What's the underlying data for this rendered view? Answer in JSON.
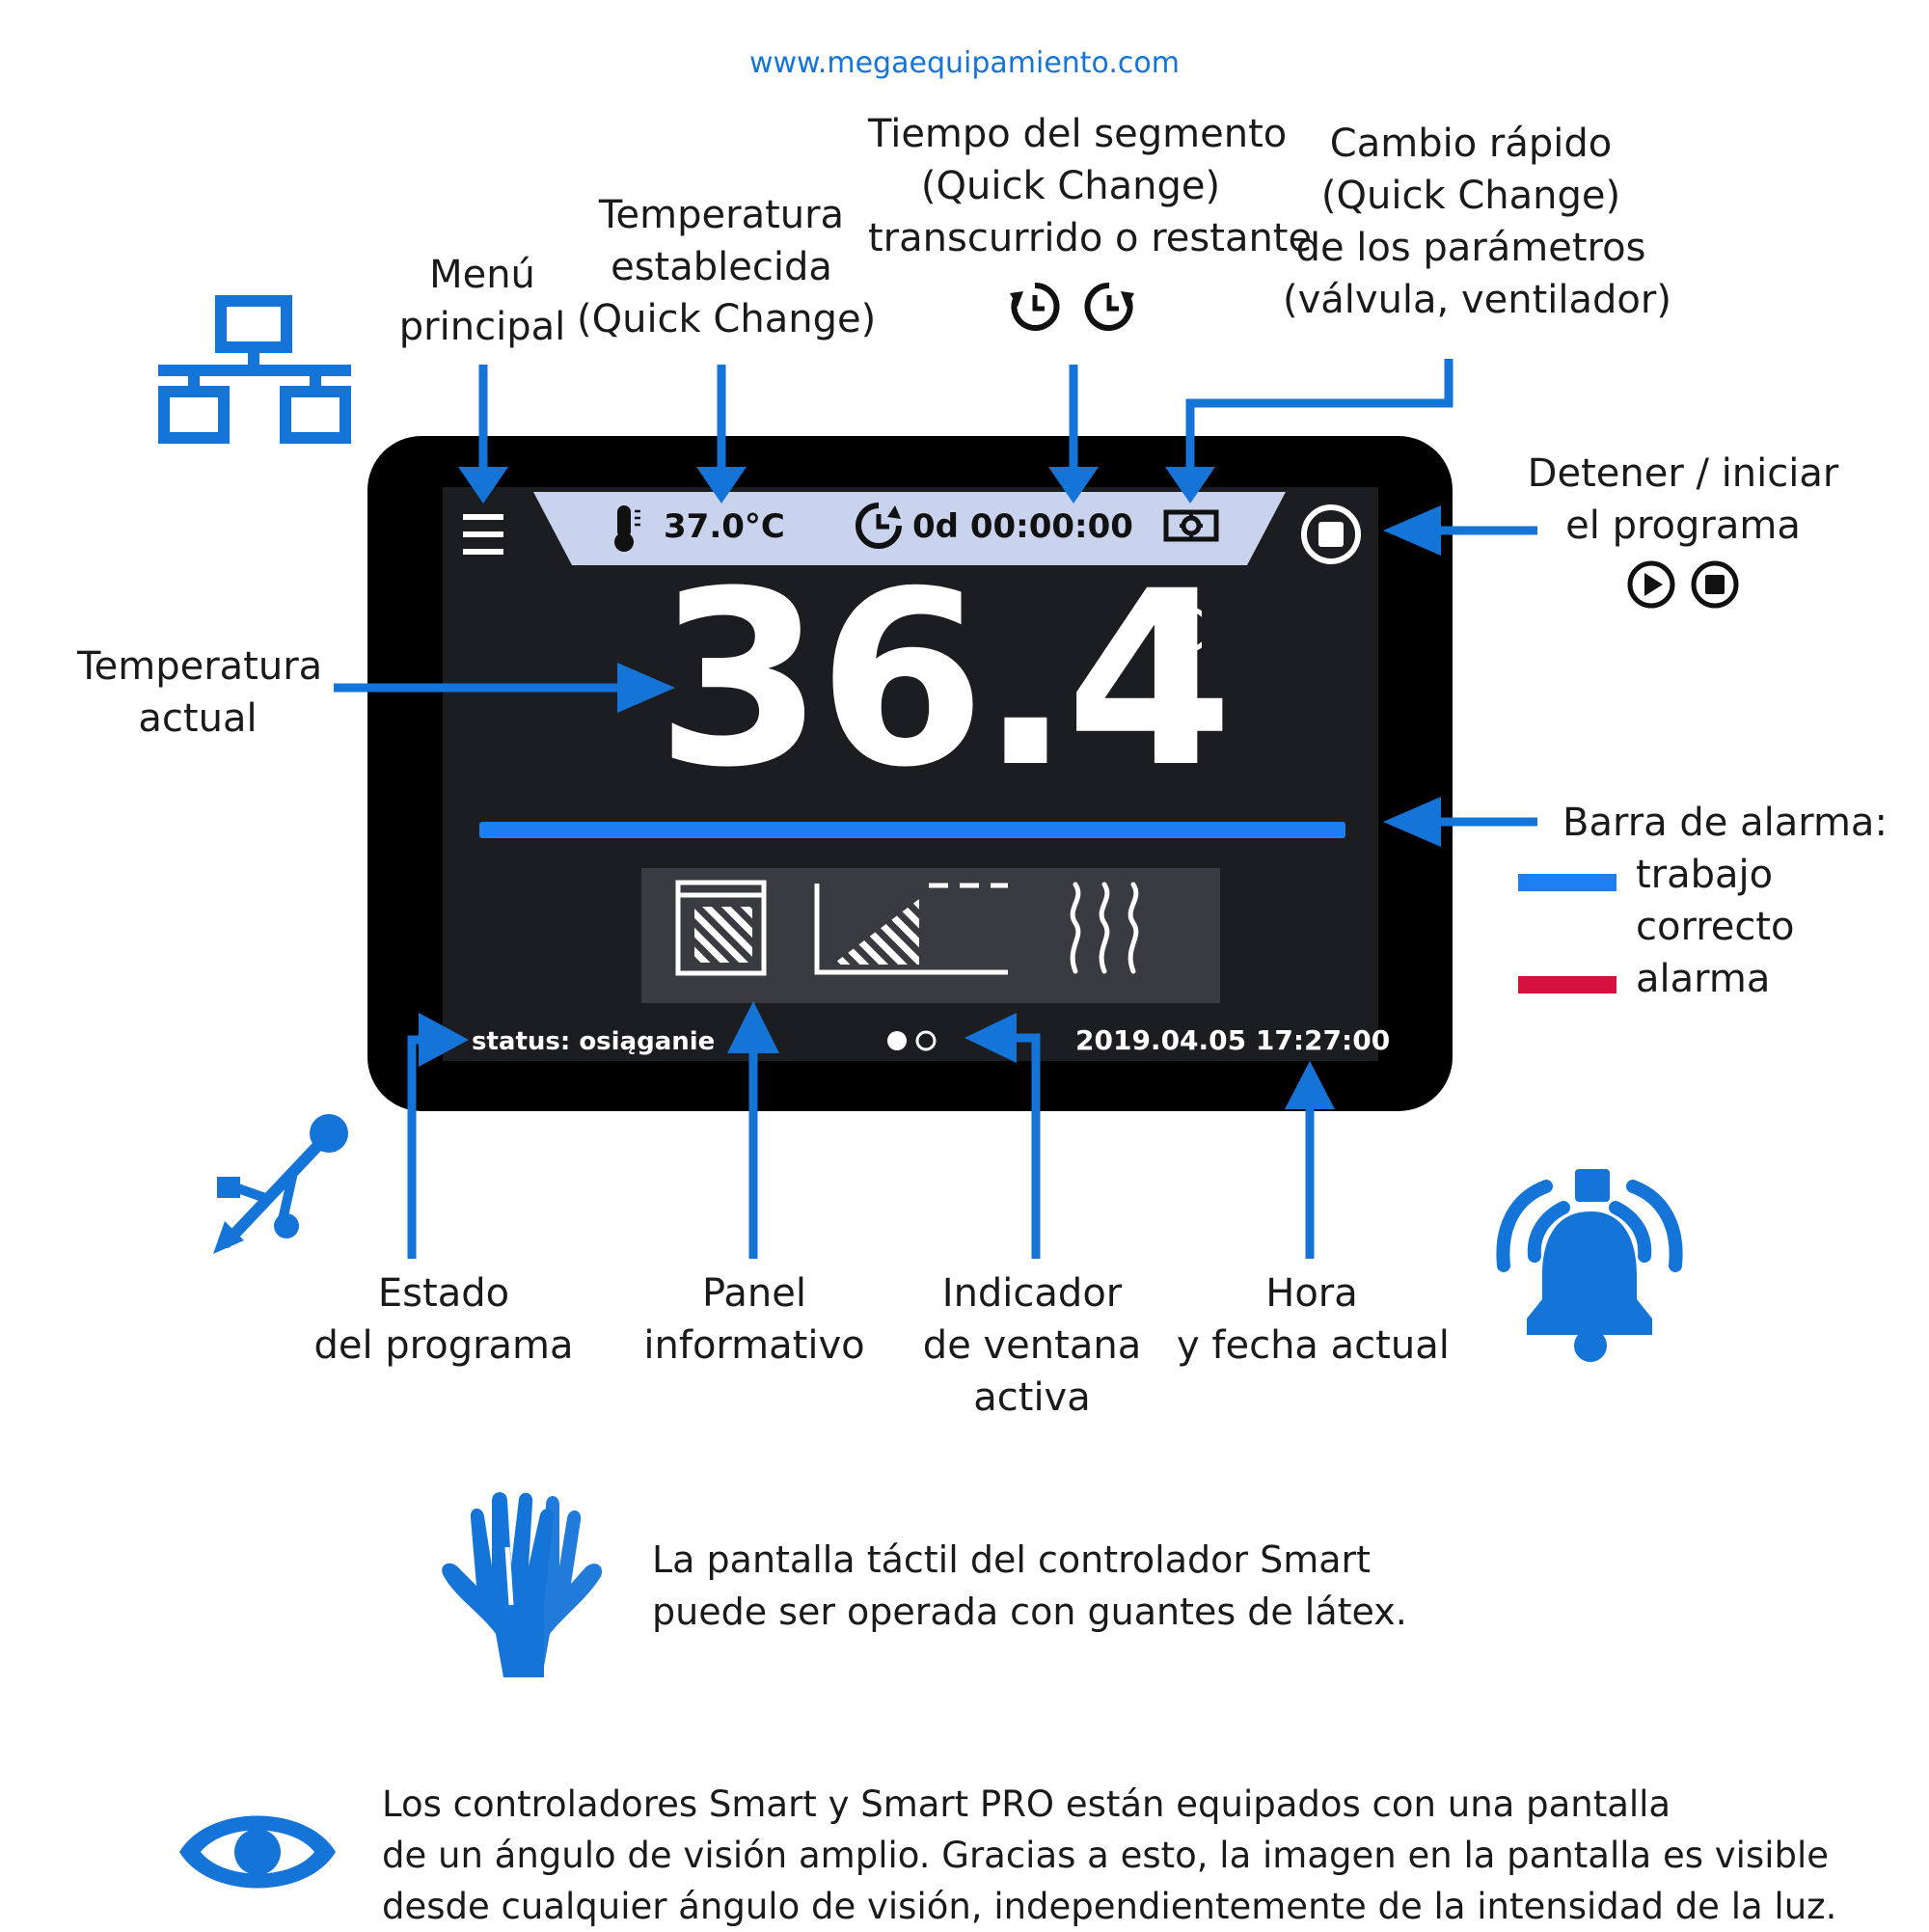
{
  "website": "www.megaequipamiento.com",
  "callouts": {
    "main_menu": [
      "Menú",
      "principal"
    ],
    "set_temperature": [
      "Temperatura",
      "establecida",
      "(Quick Change)"
    ],
    "segment_time": [
      "Tiempo del segmento",
      "(Quick Change)",
      "transcurrido o restante"
    ],
    "quick_change_params": [
      "Cambio rápido",
      "(Quick Change)",
      "de los parámetros",
      "(válvula, ventilador)"
    ],
    "stop_start": [
      "Detener / iniciar",
      "el programa"
    ],
    "current_temperature": [
      "Temperatura",
      "actual"
    ],
    "alarm_bar_title": "Barra de alarma:",
    "alarm_ok": [
      "trabajo",
      "correcto"
    ],
    "alarm_alarm": "alarma",
    "program_status": [
      "Estado",
      "del programa"
    ],
    "info_panel": [
      "Panel",
      "informativo"
    ],
    "window_indicator": [
      "Indicador",
      "de ventana",
      "activa"
    ],
    "time_date": [
      "Hora",
      "y fecha actual"
    ]
  },
  "screen": {
    "set_temp": "37.0°C",
    "segment_time": "0d 00:00:00",
    "current_temp": "36.4",
    "unit": "°C",
    "status": "status: osiąganie",
    "datetime": "2019.04.05  17:27:00"
  },
  "notes": {
    "gloves": [
      "La pantalla táctil del controlador Smart",
      "puede ser operada con guantes de látex."
    ],
    "viewing": [
      "Los controladores Smart y Smart PRO están equipados con una pantalla",
      "de un ángulo de visión amplio. Gracias a esto, la imagen en la pantalla es visible",
      "desde cualquier ángulo de visión, independientemente de la intensidad de la luz."
    ]
  },
  "colors": {
    "accent_blue": "#1574d8",
    "alarm_ok": "#1d7ff0",
    "alarm_red": "#d6103e",
    "screen_bg": "#1c1d21",
    "topbar_bg": "#c9d3ee"
  },
  "icons": [
    "network-icon",
    "usb-icon",
    "alarm-bell-icon",
    "gloves-icon",
    "eye-icon",
    "thermometer-icon",
    "timer-icon",
    "settings-icon",
    "stop-icon",
    "play-icon",
    "menu-icon"
  ]
}
